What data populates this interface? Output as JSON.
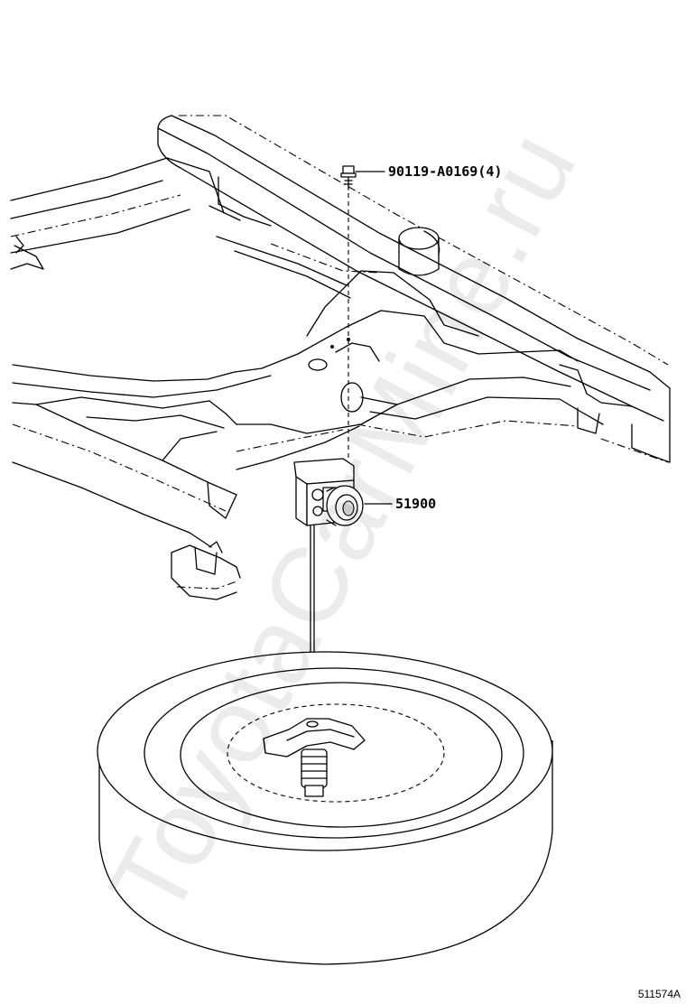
{
  "diagram": {
    "callouts": [
      {
        "id": "bolt",
        "label": "90119-A0169(4)"
      },
      {
        "id": "carrier",
        "label": "51900"
      }
    ],
    "illustration_number": "511574A",
    "watermark": "ToyotaCarMine.ru"
  }
}
